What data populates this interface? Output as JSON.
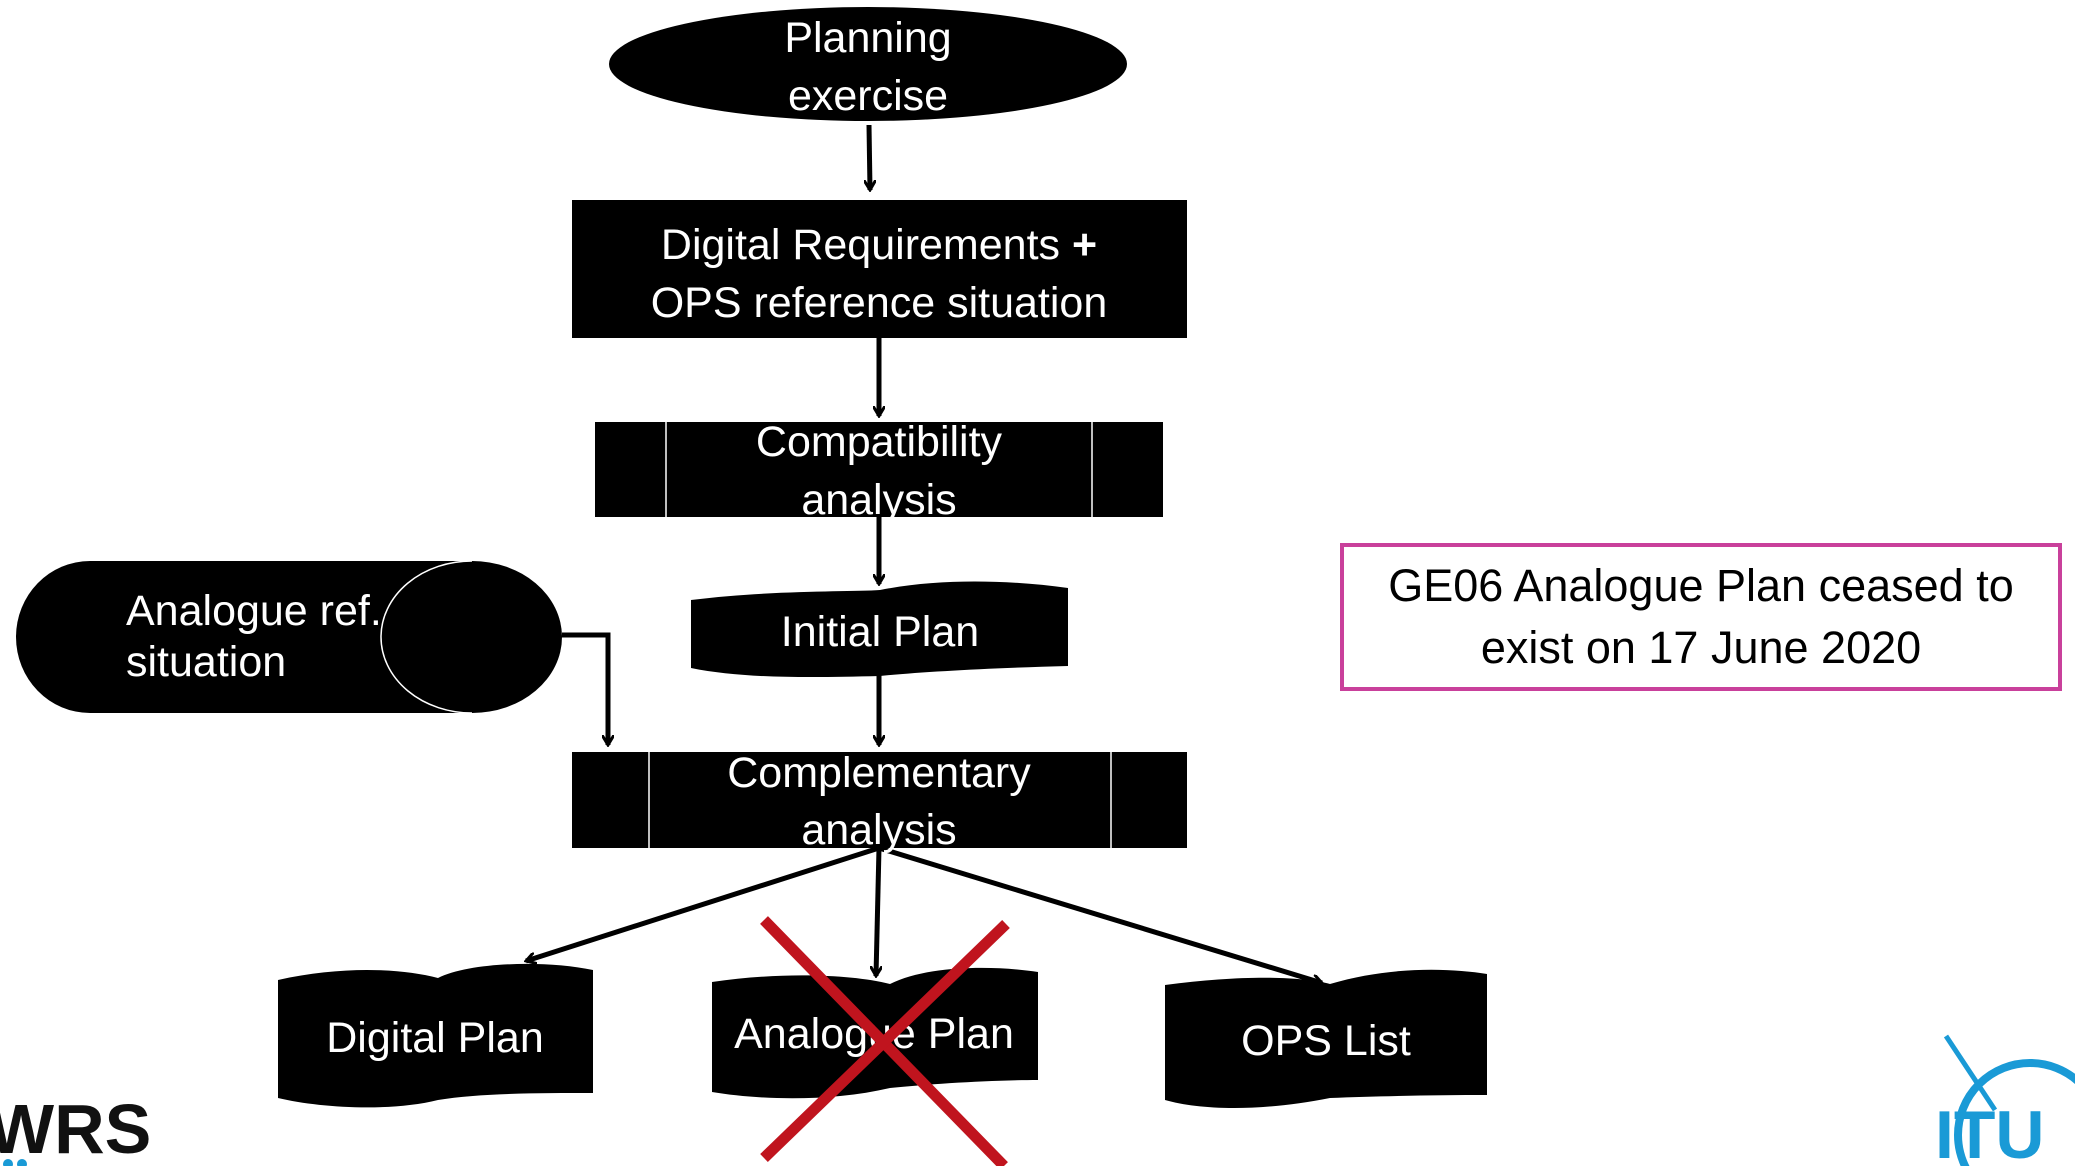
{
  "nodes": {
    "planning_exercise": {
      "line1": "Planning",
      "line2": "exercise"
    },
    "digital_requirements": {
      "line1": "Digital Requirements ",
      "line1_plus": "+",
      "line2": "OPS reference situation"
    },
    "compatibility_analysis": {
      "line1": "Compatibility",
      "line2": "analysis"
    },
    "initial_plan": {
      "label": "Initial Plan"
    },
    "analogue_ref": {
      "line1": "Analogue ref.",
      "line2": "situation"
    },
    "complementary_analysis": {
      "line1": "Complementary",
      "line2": "analysis"
    },
    "digital_plan": {
      "label": "Digital Plan"
    },
    "analogue_plan": {
      "label": "Analogue Plan"
    },
    "ops_list": {
      "label": "OPS List"
    }
  },
  "note": {
    "line1": "GE06 Analogue Plan ceased to",
    "line2": "exist on 17 June 2020"
  },
  "logos": {
    "left": "WRS",
    "right": "ITU"
  },
  "colors": {
    "node_fill": "#000000",
    "note_border": "#c9409b",
    "cross": "#c0141e",
    "itu_blue": "#1a9ad6"
  }
}
